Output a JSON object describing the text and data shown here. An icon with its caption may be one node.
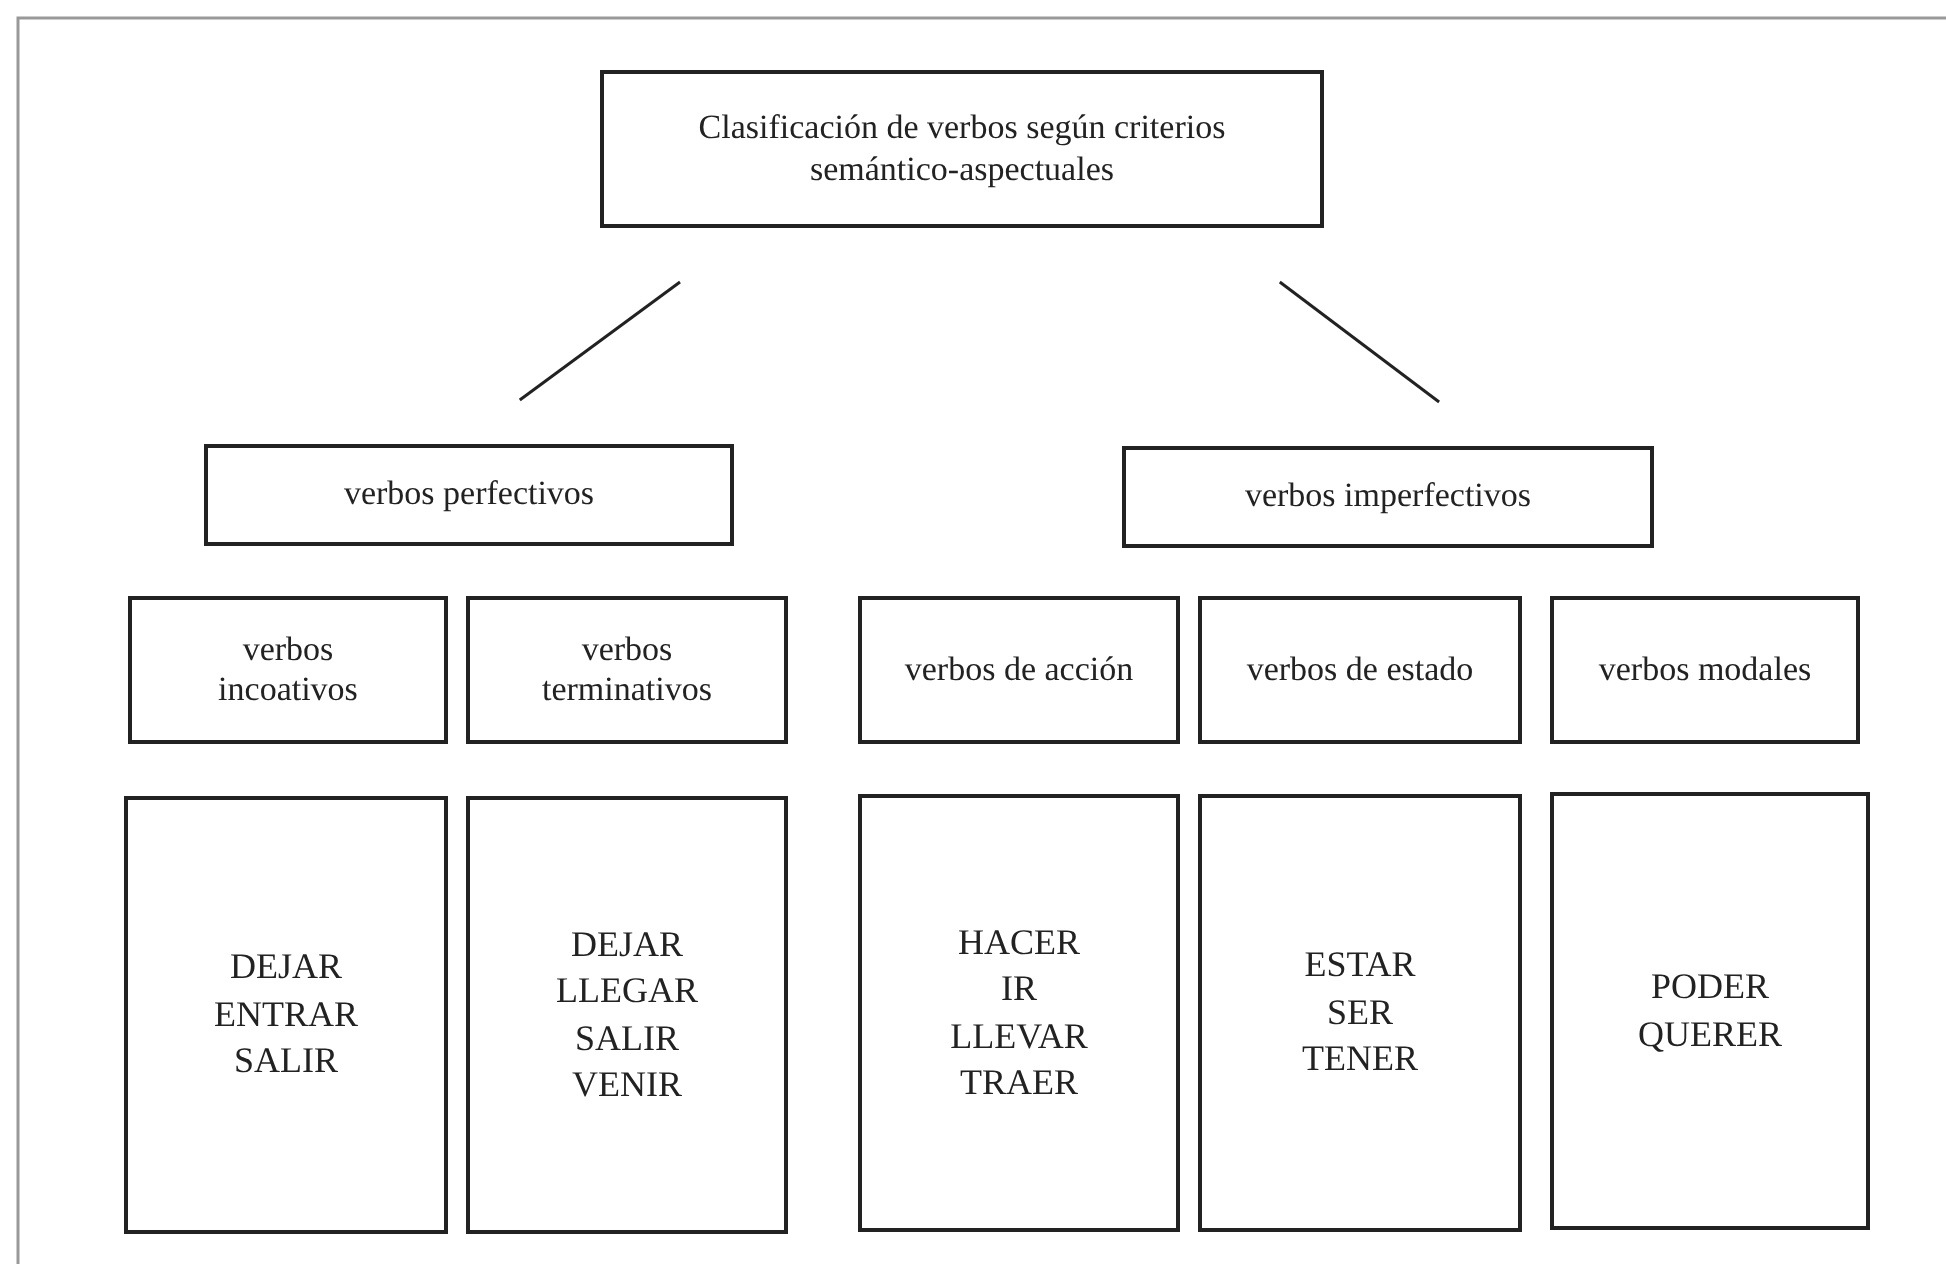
{
  "diagram": {
    "nodes": [
      {
        "text": [
          "Clasificación de verbos según criterios semántico-aspectuales"
        ]
      },
      {
        "text": [
          "verbos perfectivos"
        ]
      },
      {
        "text": [
          "verbos imperfectivos"
        ]
      },
      {
        "text": [
          "verbos incoativos"
        ]
      },
      {
        "text": [
          "verbos terminativos"
        ]
      },
      {
        "text": [
          "verbos de acción"
        ]
      },
      {
        "text": [
          "verbos de estado"
        ]
      },
      {
        "text": [
          "verbos modales"
        ]
      },
      {
        "text": [
          "DEJAR",
          "ENTRAR",
          "SALIR"
        ]
      },
      {
        "text": [
          "DEJAR",
          "LLEGAR",
          "SALIR",
          "VENIR"
        ]
      },
      {
        "text": [
          "HACER",
          "IR",
          "LLEVAR",
          "TRAER"
        ]
      },
      {
        "text": [
          "ESTAR",
          "SER",
          "TENER"
        ]
      },
      {
        "text": [
          "PODER",
          "QUERER"
        ]
      }
    ],
    "edges": [
      {
        "from": 0,
        "to": 1,
        "arrow": "none"
      },
      {
        "from": 0,
        "to": 2,
        "arrow": "none"
      }
    ]
  }
}
